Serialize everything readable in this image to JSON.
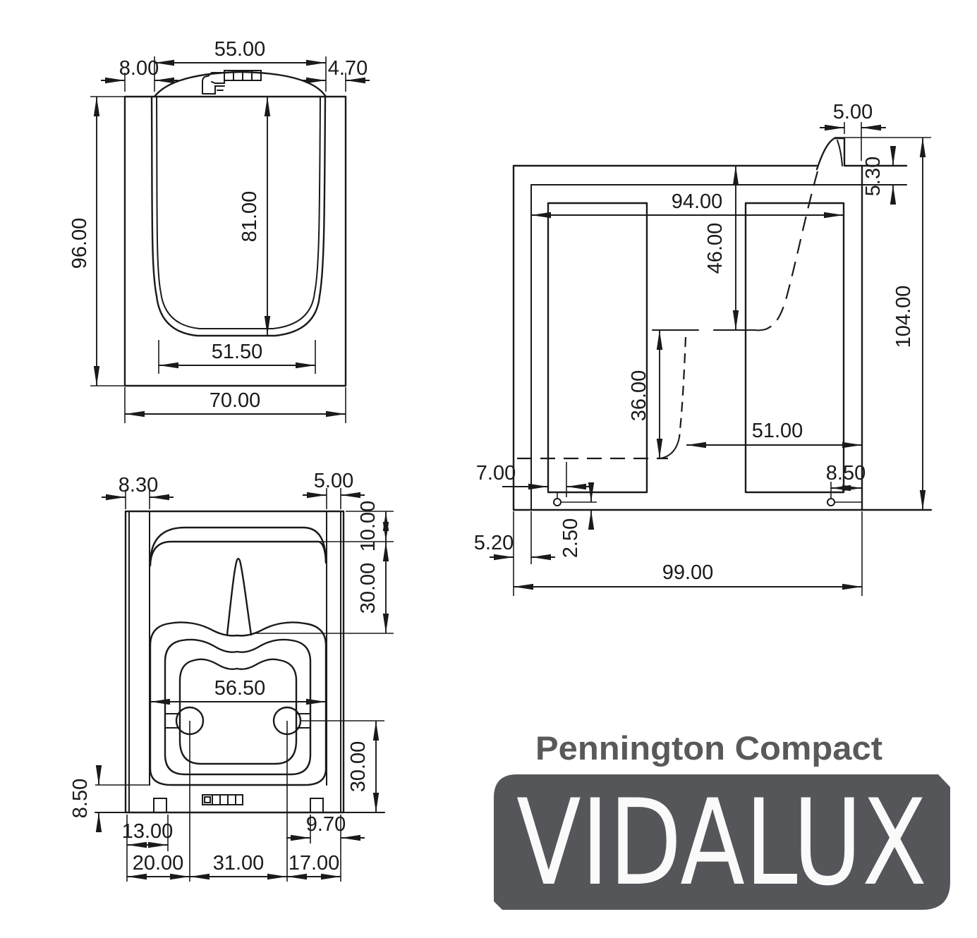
{
  "branding": {
    "model": "Pennington Compact",
    "brand": "VIDALUX"
  },
  "colors": {
    "background": "#ffffff",
    "line": "#1a1a1a",
    "title": "#595959",
    "logo_bg": "#54565a",
    "logo_text": "#fafafa"
  },
  "top_view": {
    "dims": {
      "top_inner_width": "55.00",
      "left_rim": "8.00",
      "right_rim": "4.70",
      "overall_height": "96.00",
      "inner_length": "81.00",
      "bottom_inner_width": "51.50",
      "overall_width": "70.00"
    }
  },
  "front_view": {
    "dims": {
      "left_wall": "8.30",
      "right_wall": "5.00",
      "rim_band": "10.00",
      "upper_section": "30.00",
      "inner_width": "56.50",
      "jet_to_base": "30.00",
      "plinth": "8.50",
      "foot_inset": "13.00",
      "jet_left_offset": "20.00",
      "jet_spacing": "31.00",
      "jet_right_offset": "17.00",
      "foot_right_inset": "9.70"
    }
  },
  "side_view": {
    "dims": {
      "headrest_width": "5.00",
      "rim_thickness": "5.30",
      "inner_length": "94.00",
      "door_depth": "46.00",
      "seat_height": "36.00",
      "seat_to_wall": "51.00",
      "bolt_inset_left": "7.00",
      "bolt_inset_right": "8.50",
      "bolt_to_base": "2.50",
      "wall_thickness": "5.20",
      "base_length": "99.00",
      "overall_height": "104.00"
    }
  }
}
